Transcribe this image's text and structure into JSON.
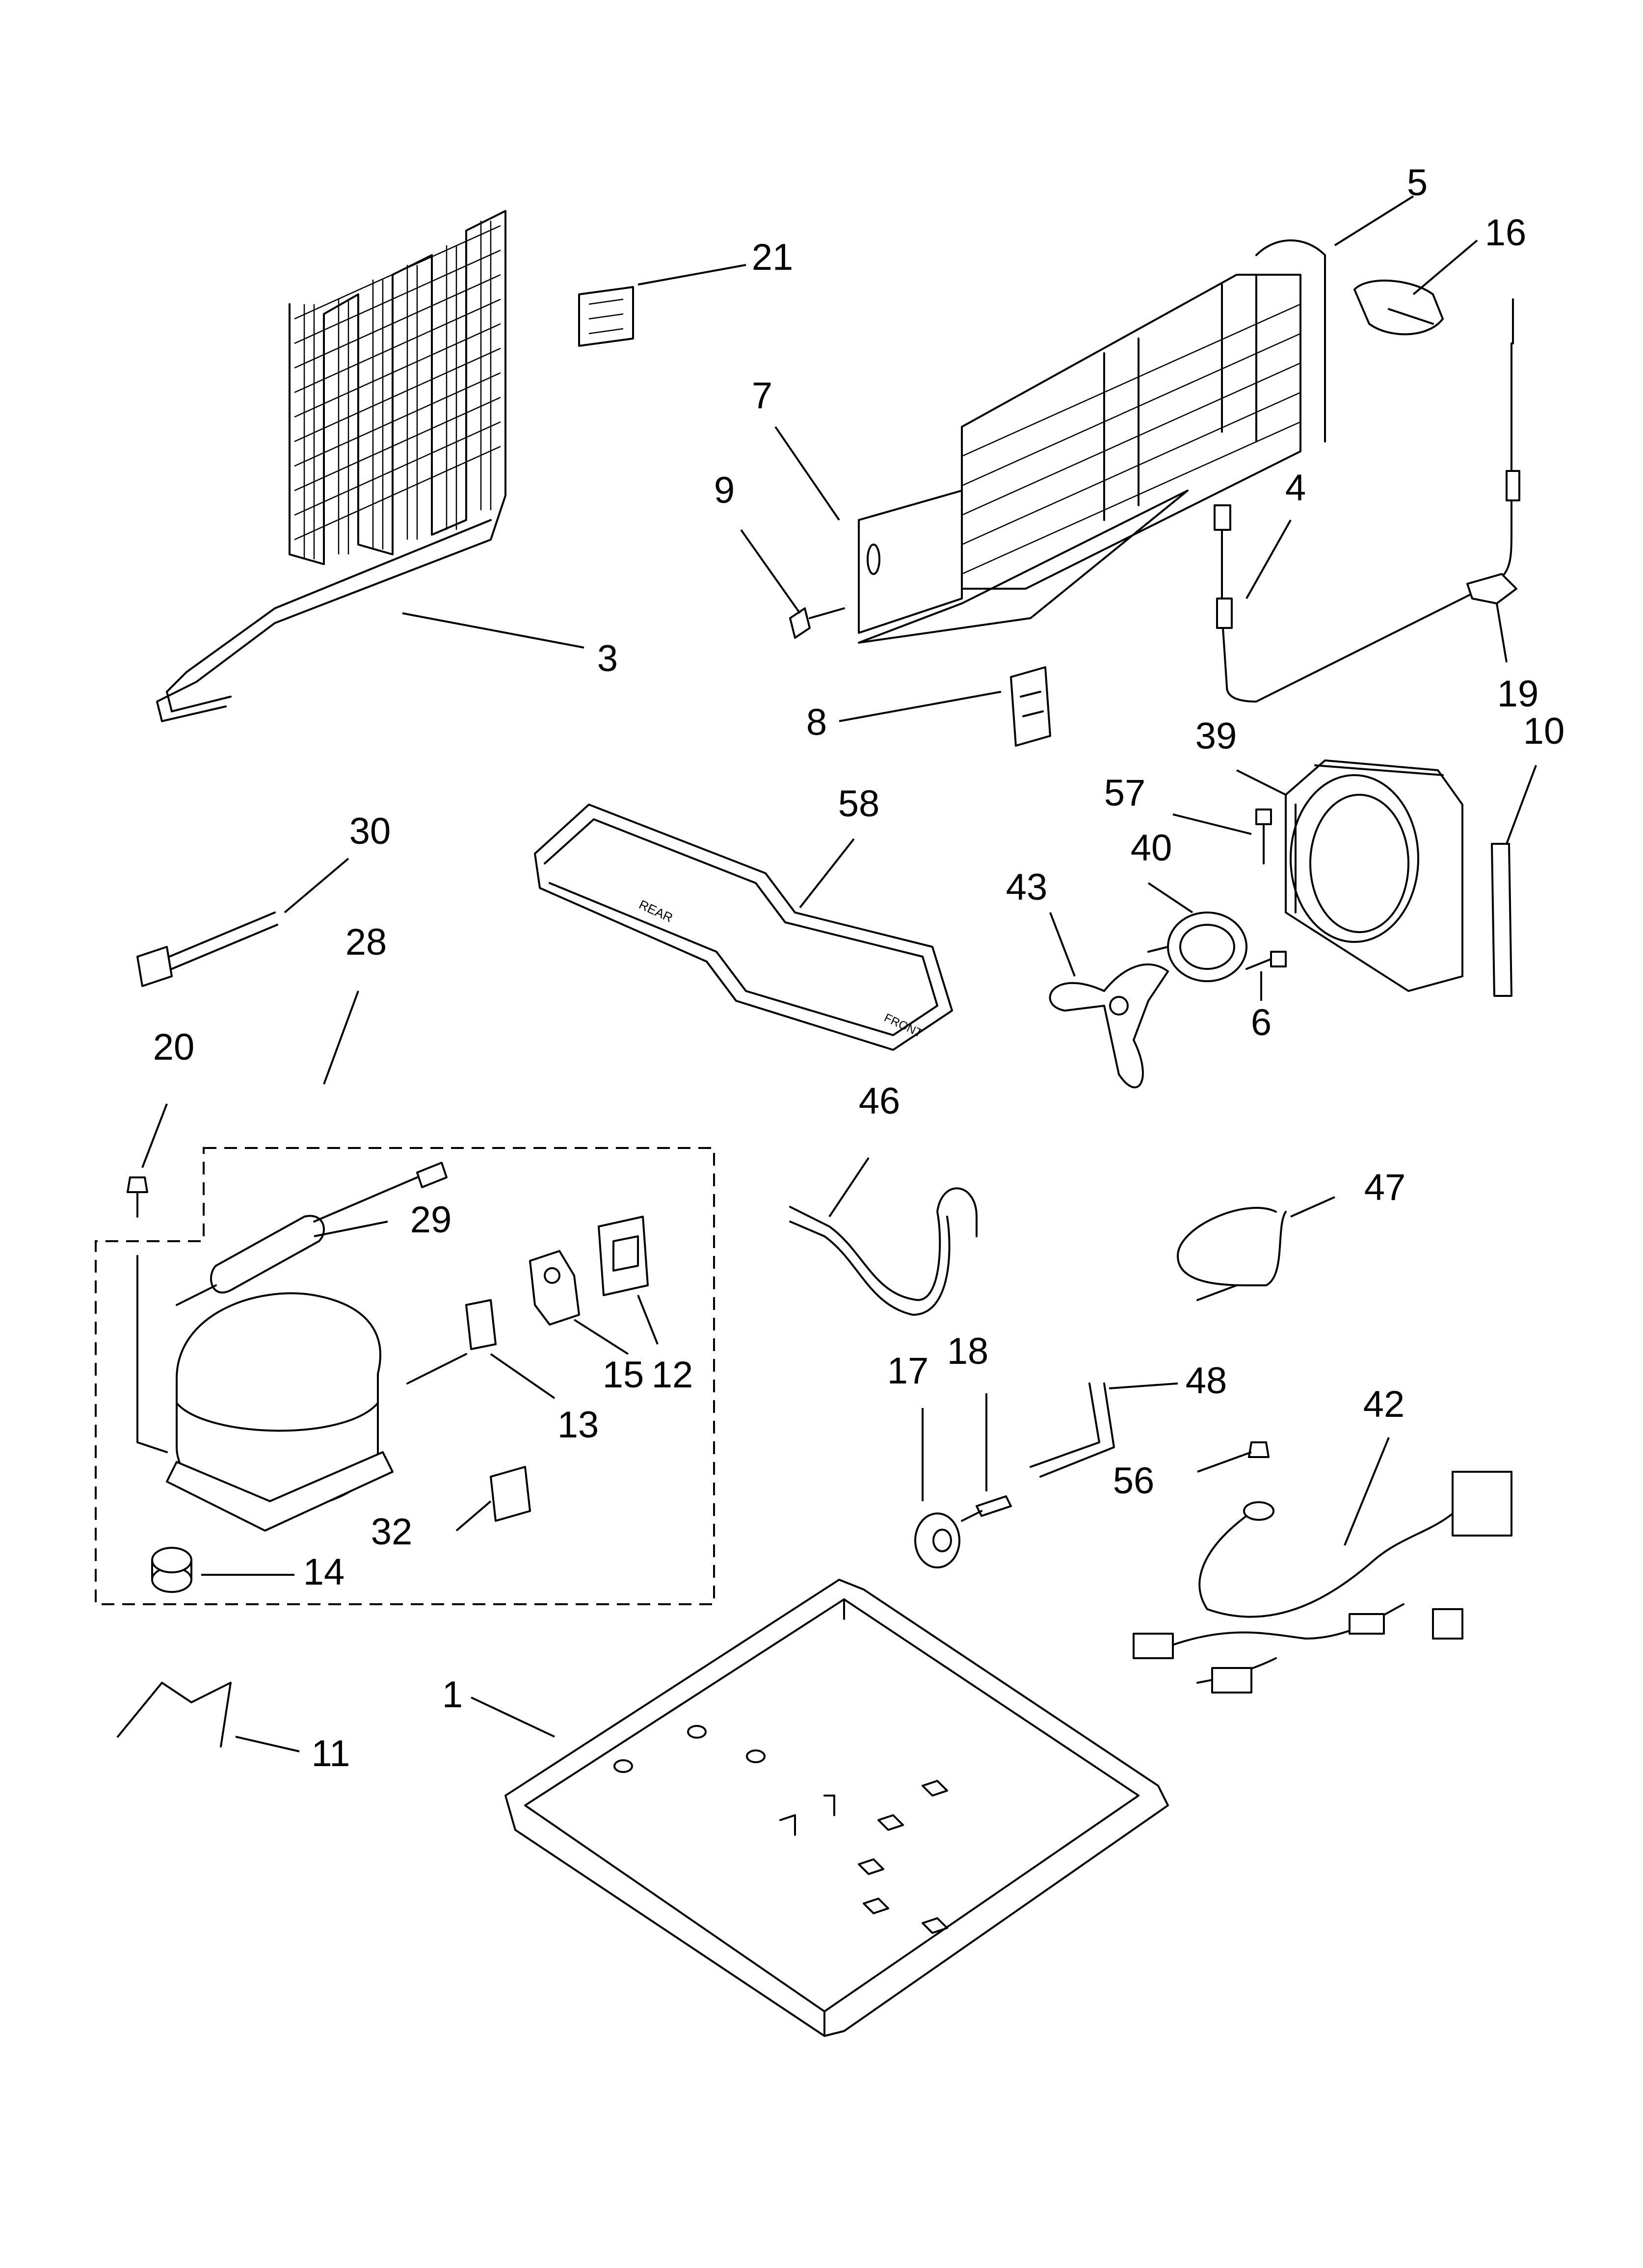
{
  "diagram": {
    "callouts": [
      {
        "id": "1",
        "label": "1"
      },
      {
        "id": "3",
        "label": "3"
      },
      {
        "id": "4",
        "label": "4"
      },
      {
        "id": "5",
        "label": "5"
      },
      {
        "id": "6",
        "label": "6"
      },
      {
        "id": "7",
        "label": "7"
      },
      {
        "id": "8",
        "label": "8"
      },
      {
        "id": "9",
        "label": "9"
      },
      {
        "id": "10",
        "label": "10"
      },
      {
        "id": "11",
        "label": "11"
      },
      {
        "id": "12",
        "label": "12"
      },
      {
        "id": "13",
        "label": "13"
      },
      {
        "id": "14",
        "label": "14"
      },
      {
        "id": "15",
        "label": "15"
      },
      {
        "id": "16",
        "label": "16"
      },
      {
        "id": "17",
        "label": "17"
      },
      {
        "id": "18",
        "label": "18"
      },
      {
        "id": "19",
        "label": "19"
      },
      {
        "id": "20",
        "label": "20"
      },
      {
        "id": "21",
        "label": "21"
      },
      {
        "id": "28",
        "label": "28"
      },
      {
        "id": "29",
        "label": "29"
      },
      {
        "id": "30",
        "label": "30"
      },
      {
        "id": "32",
        "label": "32"
      },
      {
        "id": "39",
        "label": "39"
      },
      {
        "id": "40",
        "label": "40"
      },
      {
        "id": "42",
        "label": "42"
      },
      {
        "id": "43",
        "label": "43"
      },
      {
        "id": "46",
        "label": "46"
      },
      {
        "id": "47",
        "label": "47"
      },
      {
        "id": "48",
        "label": "48"
      },
      {
        "id": "56",
        "label": "56"
      },
      {
        "id": "57",
        "label": "57"
      },
      {
        "id": "58",
        "label": "58"
      }
    ],
    "tray_markings": [
      "REAR",
      "FRONT"
    ]
  }
}
